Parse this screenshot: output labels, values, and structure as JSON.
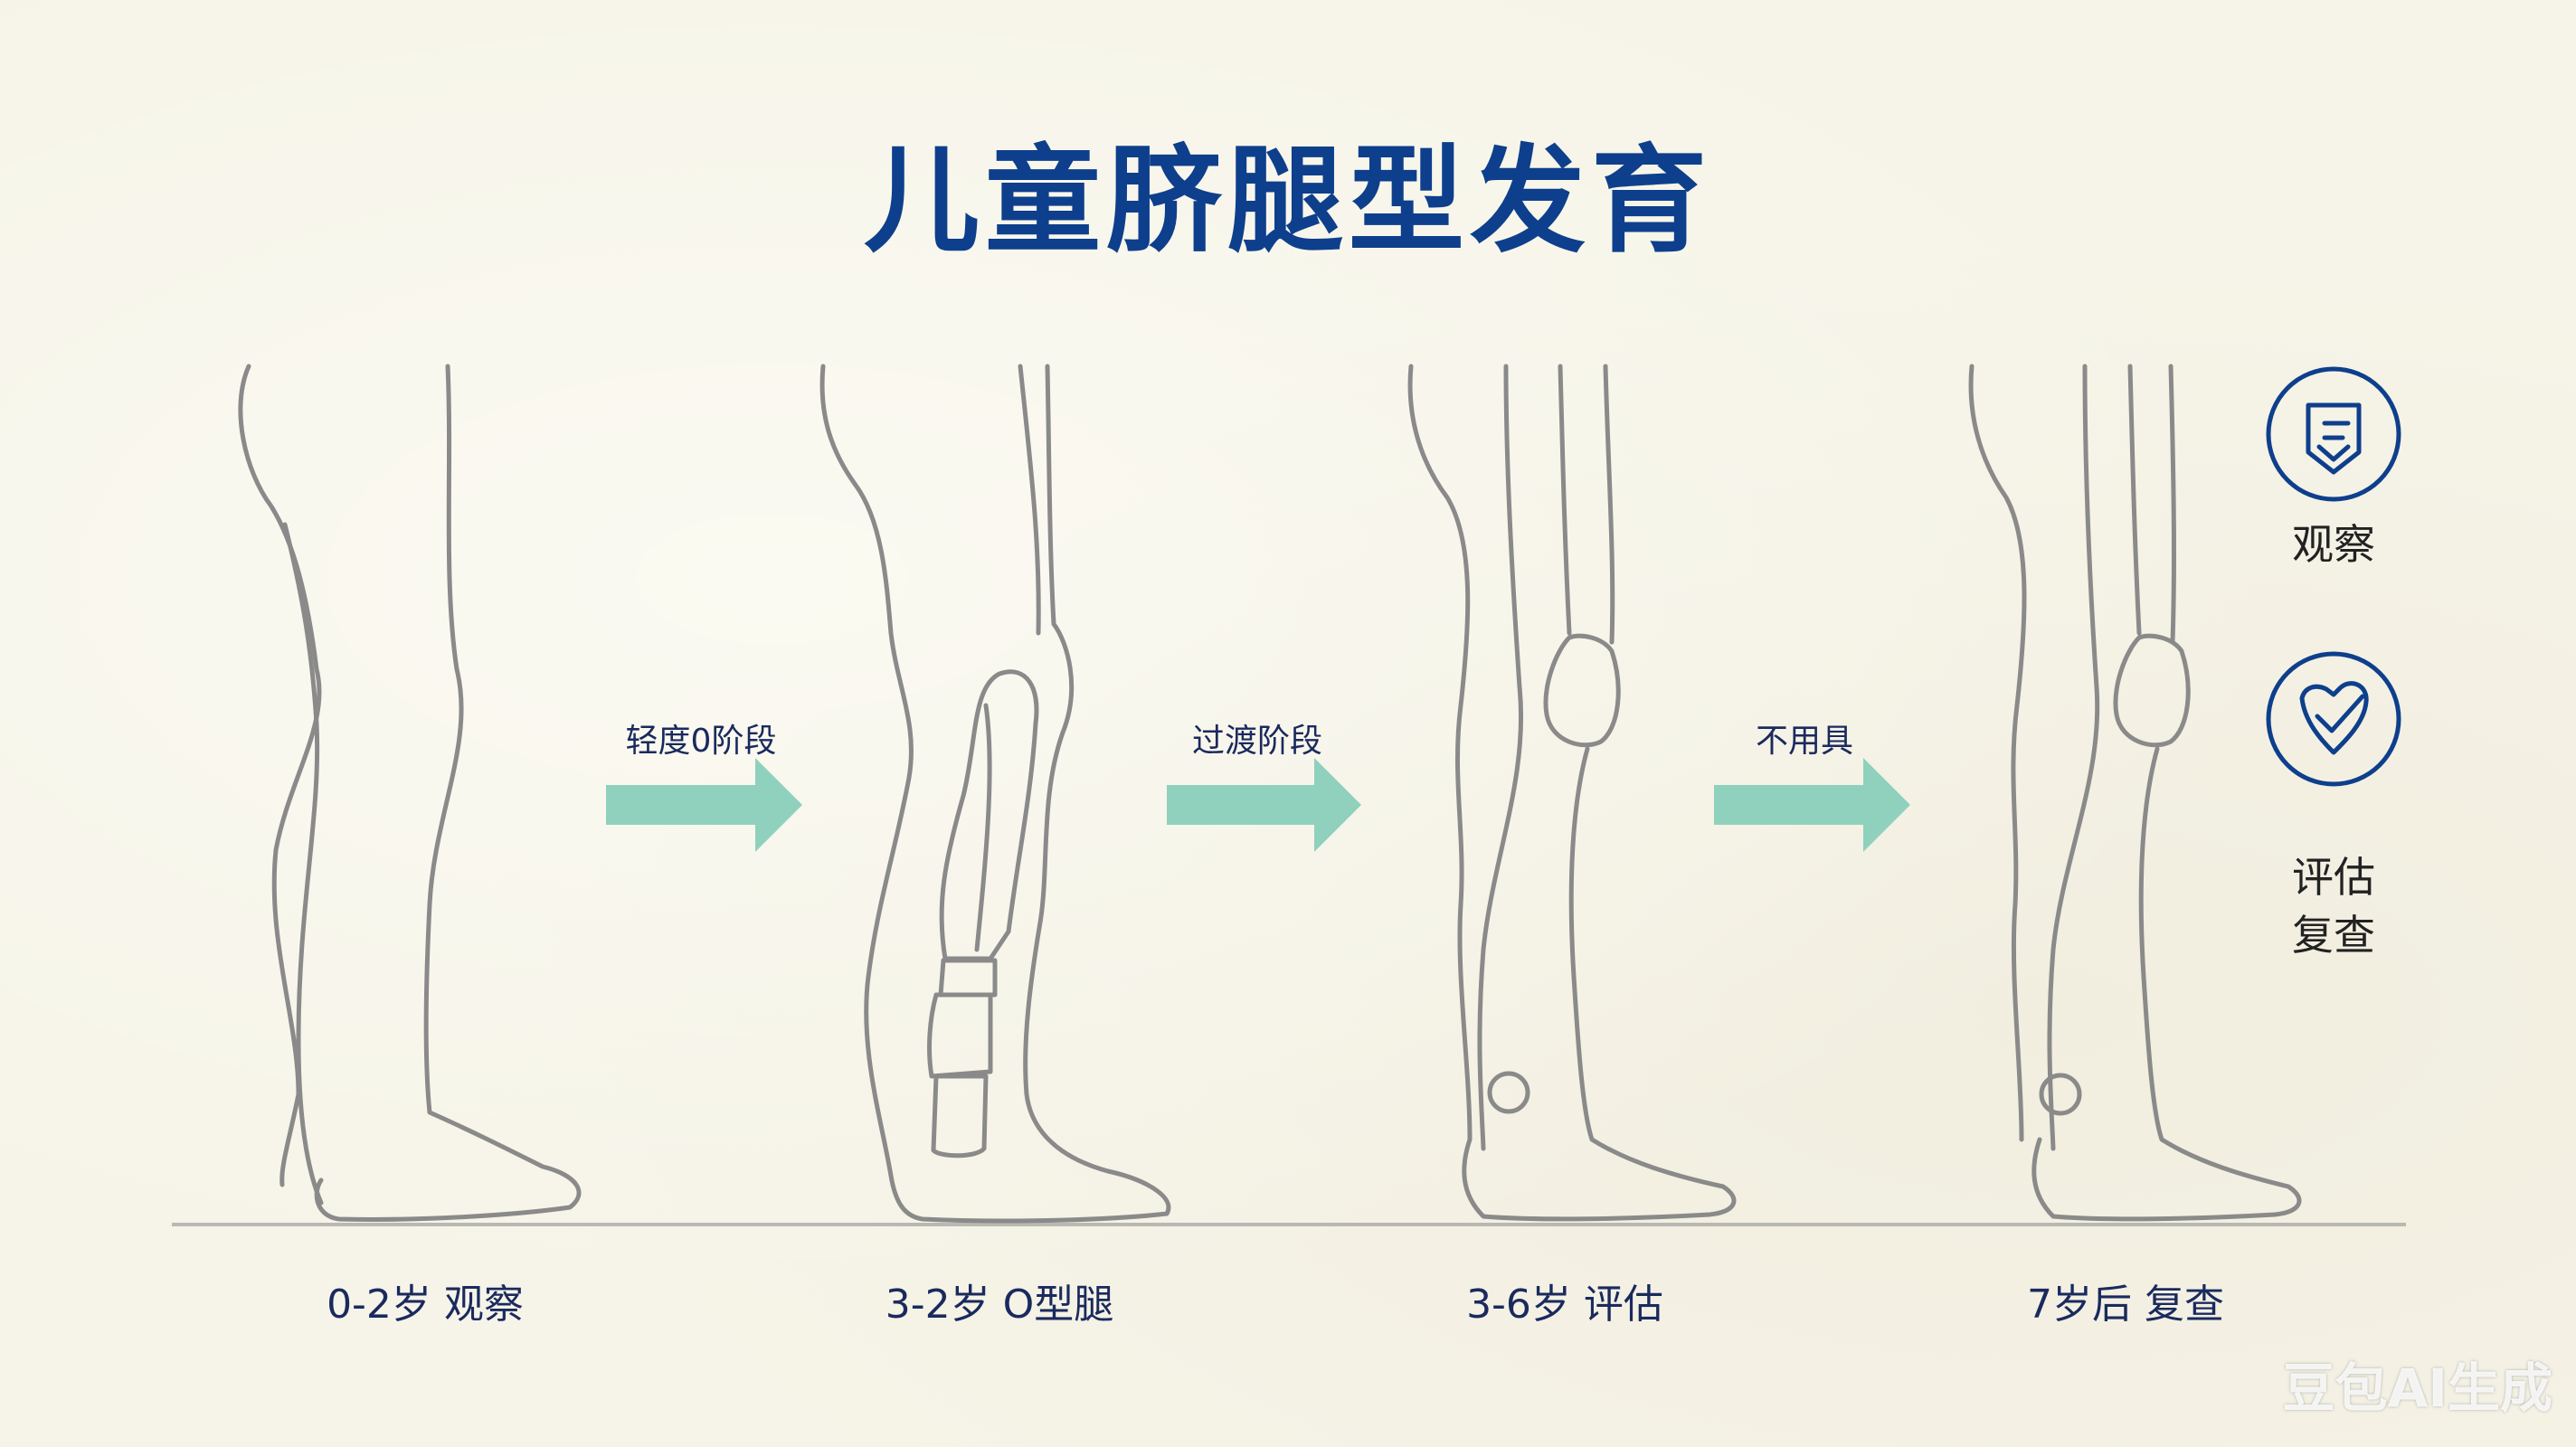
{
  "title": "儿童脐腿型发育",
  "stages": [
    {
      "label": "0-2岁 观察"
    },
    {
      "label": "3-2岁 O型腿"
    },
    {
      "label": "3-6岁 评估"
    },
    {
      "label": "7岁后 复查"
    }
  ],
  "arrows": [
    {
      "label": "轻度0阶段"
    },
    {
      "label": "过渡阶段"
    },
    {
      "label": "不用具"
    }
  ],
  "side_actions": [
    {
      "icon": "document-down-icon",
      "label": "观察"
    },
    {
      "icon": "check-shield-icon",
      "label_line1": "评估",
      "label_line2": "复查"
    }
  ],
  "watermark": "豆包AI生成",
  "colors": {
    "title": "#0e3f8c",
    "arrow": "#8fd1bd",
    "outline": "#8a8a8a",
    "icon": "#0e3f8c"
  }
}
